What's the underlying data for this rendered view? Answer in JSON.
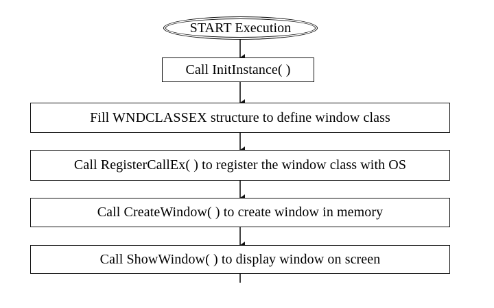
{
  "flowchart": {
    "start_label": "START Execution",
    "steps": [
      {
        "label": "Call InitInstance( )"
      },
      {
        "label": "Fill WNDCLASSEX structure to define window class"
      },
      {
        "label": "Call RegisterCallEx( ) to register the window class with OS"
      },
      {
        "label": "Call CreateWindow( ) to create window in memory"
      },
      {
        "label": "Call ShowWindow( ) to display window on screen"
      }
    ],
    "line_color": "#111111"
  }
}
